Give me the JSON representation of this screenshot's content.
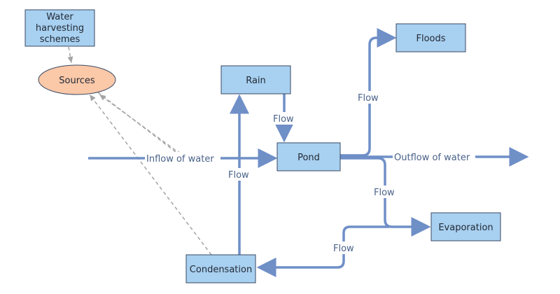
{
  "nodes": {
    "water_harvesting": [
      "Water",
      "harvesting",
      "schemes"
    ],
    "sources": "Sources",
    "rain": "Rain",
    "pond": "Pond",
    "floods": "Floods",
    "evaporation": "Evaporation",
    "condensation": "Condensation"
  },
  "edges": {
    "inflow": "Inflow of water",
    "outflow": "Outflow of water",
    "rain_to_pond": "Flow",
    "pond_to_floods": "Flow",
    "pond_to_evaporation": "Flow",
    "evaporation_to_condensation": "Flow",
    "condensation_to_rain": "Flow"
  },
  "colors": {
    "box_fill": "#a8d0f0",
    "oval_fill": "#fbc8a8",
    "flow_line": "#6f8fc7",
    "dashed_line": "#a4a4a4",
    "label_text": "#4a6288"
  }
}
